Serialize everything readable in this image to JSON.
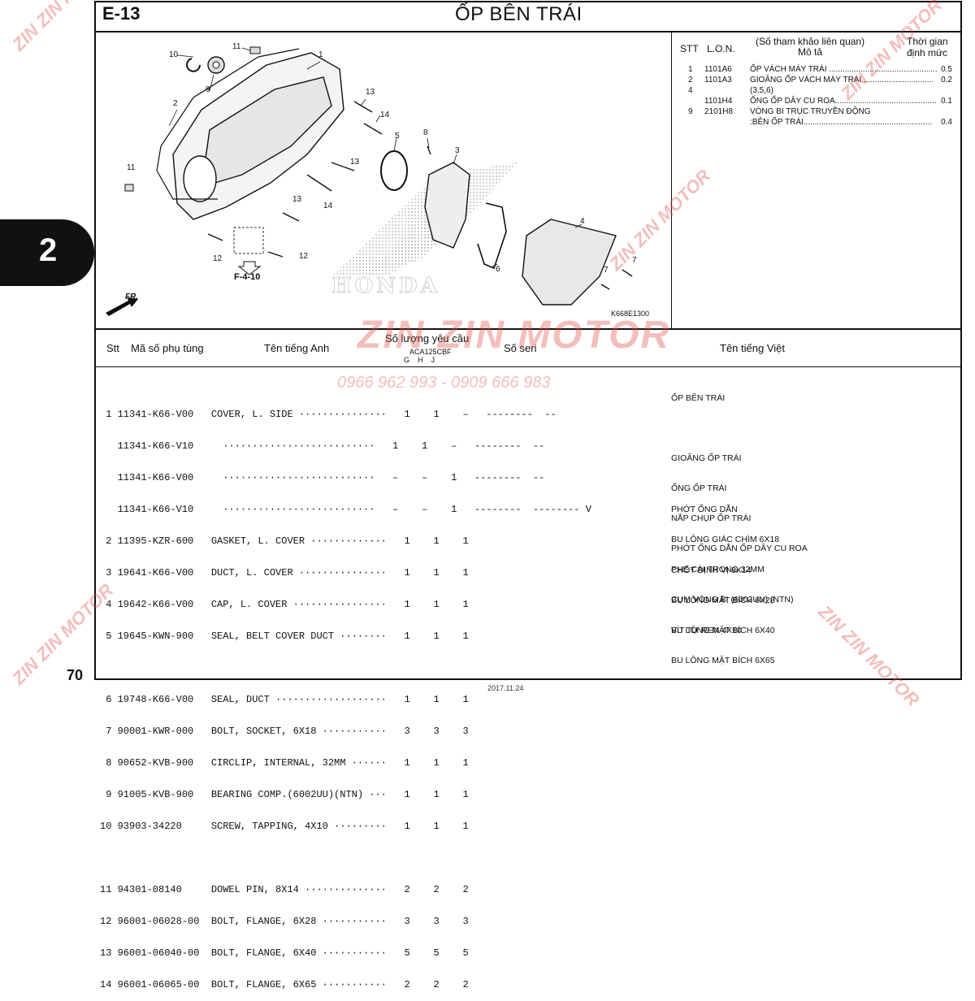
{
  "header": {
    "code": "E-13",
    "title": "ỐP BÊN TRÁI"
  },
  "section_tab": "2",
  "page_number": "70",
  "footer_note": "2017.11.24",
  "diagram": {
    "code": "K668E1300",
    "ref_link": "F-4-10",
    "fr_label": "FR.",
    "brand_label": "HONDA",
    "callouts": [
      "1",
      "2",
      "3",
      "4",
      "5",
      "6",
      "7",
      "7",
      "8",
      "9",
      "10",
      "11",
      "11",
      "12",
      "12",
      "13",
      "13",
      "13",
      "14",
      "14"
    ]
  },
  "ref_table": {
    "headers": {
      "stt": "STT",
      "lon": "L.O.N.",
      "ref": "(Số tham khảo liên quan)",
      "desc": "Mô tả",
      "time": "Thời gian",
      "norm": "định mức"
    },
    "rows": [
      {
        "stt": "1",
        "lon": "1101A6",
        "desc": "ỐP VÁCH MÁY TRÁI ................................................",
        "val": "0.5"
      },
      {
        "stt": "2",
        "lon": "1101A3",
        "desc": "GIOĂNG ỐP VÁCH MÁY TRÁI ...............................",
        "val": "0.2"
      },
      {
        "stt": "4",
        "lon": "",
        "desc": "(3,5,6)",
        "val": ""
      },
      {
        "stt": "",
        "lon": "1101H4",
        "desc": "ỐNG ỐP DÂY CU ROA.............................................",
        "val": "0.1"
      },
      {
        "stt": "9",
        "lon": "2101H8",
        "desc": "VÒNG BI TRỤC TRUYỀN ĐỘNG",
        "val": ""
      },
      {
        "stt": "",
        "lon": "",
        "desc": ":BÊN ỐP TRÁI.........................................................",
        "val": "0.4"
      }
    ]
  },
  "parts_table": {
    "headers": {
      "stt": "Stt",
      "part_no": "Mã số phụ tùng",
      "name_en": "Tên tiếng Anh",
      "qty": "Số lượng yêu cầu",
      "model": "ACA125CBF",
      "qty_cols": "G    H    J",
      "serial": "Số seri",
      "name_vi": "Tên tiếng Việt"
    },
    "rows_text": [
      " 1 11341-K66-V00   COVER, L. SIDE ···············   1    1    –   --------  --",
      "   11341-K66-V10     ··························   1    1    –   --------  --",
      "   11341-K66-V00     ··························   –    –    1   --------  --",
      "   11341-K66-V10     ··························   –    –    1   --------  -------- V",
      " 2 11395-KZR-600   GASKET, L. COVER ·············   1    1    1",
      " 3 19641-K66-V00   DUCT, L. COVER ···············   1    1    1",
      " 4 19642-K66-V00   CAP, L. COVER ················   1    1    1",
      " 5 19645-KWN-900   SEAL, BELT COVER DUCT ········   1    1    1",
      "",
      " 6 19748-K66-V00   SEAL, DUCT ···················   1    1    1",
      " 7 90001-KWR-000   BOLT, SOCKET, 6X18 ···········   3    3    3",
      " 8 90652-KVB-900   CIRCLIP, INTERNAL, 32MM ······   1    1    1",
      " 9 91005-KVB-900   BEARING COMP.(6002UU)(NTN) ···   1    1    1",
      "10 93903-34220     SCREW, TAPPING, 4X10 ·········   1    1    1",
      "",
      "11 94301-08140     DOWEL PIN, 8X14 ··············   2    2    2",
      "12 96001-06028-00  BOLT, FLANGE, 6X28 ···········   3    3    3",
      "13 96001-06040-00  BOLT, FLANGE, 6X40 ···········   5    5    5",
      "14 96001-06065-00  BOLT, FLANGE, 6X65 ···········   2    2    2"
    ],
    "names_vi": [
      "ỐP BÊN TRÁI",
      "",
      "",
      "",
      "GIOĂNG ỐP TRÁI",
      "ỐNG ỐP TRÁI",
      "NẮP CHỤP ỐP TRÁI",
      "PHỚT ỐNG DẪN ỐP DÂY CU ROA",
      "",
      "PHỚT ỐNG DẪN",
      "BU LÔNG GIÁC CHÌM 6X18",
      "PHE CÀI TRONG 32MM",
      "CỤM VÒNG BI (6002UU) (NTN)",
      "VÍT TỰ REN 4X10",
      "",
      "CHỐT ĐỊNH VỊ 8X14",
      "BU LÔNG MẶT BÍCH 6X28",
      "BU LÔNG MẶT BÍCH 6X40",
      "BU LÔNG MẶT BÍCH 6X65"
    ]
  },
  "watermark": {
    "brand": "ZIN ZIN MOTOR",
    "phone": "0966 962 993 - 0909 666 983"
  }
}
